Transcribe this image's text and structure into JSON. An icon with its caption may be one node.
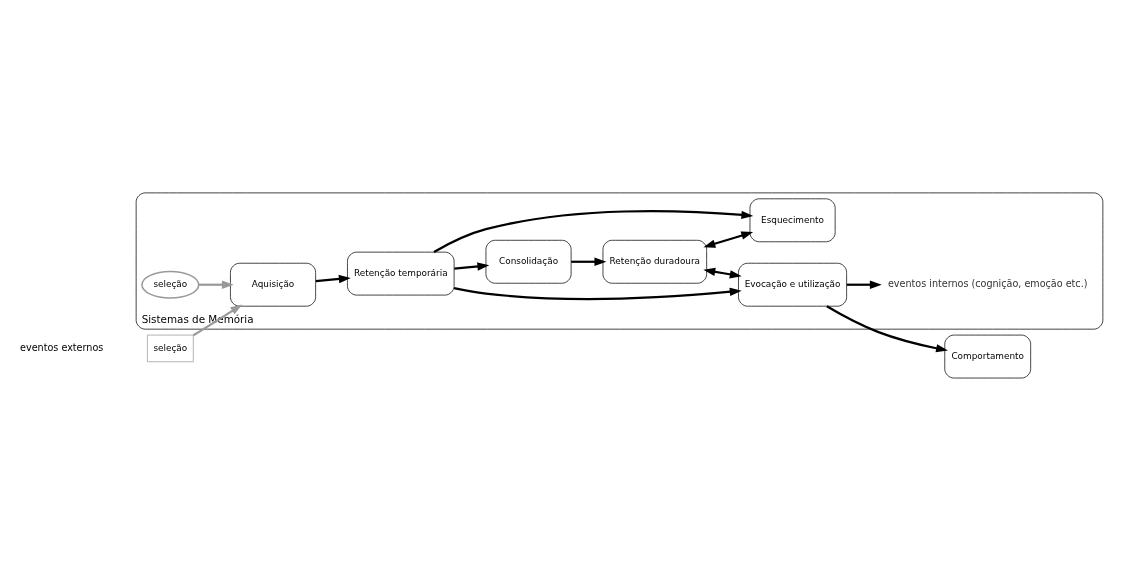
{
  "diagram": {
    "nodes": [
      {
        "text": [
          "Sistemas de Memória"
        ]
      },
      {
        "text": [
          "Comportamento"
        ]
      },
      {
        "text": [
          "Aquisição"
        ],
        "in": 0
      },
      {
        "text": [
          "Retenção temporária"
        ],
        "in": 0
      },
      {
        "text": [
          "Evocação e utilização"
        ],
        "in": 0
      },
      {
        "text": [
          "Consolidação"
        ],
        "in": 0
      },
      {
        "text": [
          "Esquecimento"
        ],
        "in": 0
      },
      {
        "text": [
          "Retenção duradoura"
        ],
        "in": 0
      },
      {
        "text": [
          "seleção"
        ],
        "in": 0
      },
      {
        "text": [
          "seleção"
        ]
      },
      {
        "text": [
          "eventos internos (cognição, emoção etc.)"
        ],
        "in": 0
      }
    ],
    "edges": [
      {
        "from": 8,
        "to": 2,
        "arrow": "to",
        "color": "#999999"
      },
      {
        "from": 9,
        "to": 2,
        "arrow": "to",
        "color": "#999999"
      },
      {
        "from": 2,
        "to": 3,
        "arrow": "to"
      },
      {
        "from": 3,
        "to": 4,
        "arrow": "to"
      },
      {
        "from": 3,
        "to": 5,
        "arrow": "to"
      },
      {
        "from": 3,
        "to": 6,
        "arrow": "to"
      },
      {
        "from": 5,
        "to": 7,
        "arrow": "to"
      },
      {
        "from": 7,
        "to": 4,
        "arrow": "both"
      },
      {
        "from": 7,
        "to": 6,
        "arrow": "both"
      },
      {
        "from": 4,
        "to": 1,
        "arrow": "to"
      },
      {
        "from": 4,
        "to": 10,
        "arrow": "to"
      }
    ],
    "labels": [
      "eventos externos"
    ]
  }
}
